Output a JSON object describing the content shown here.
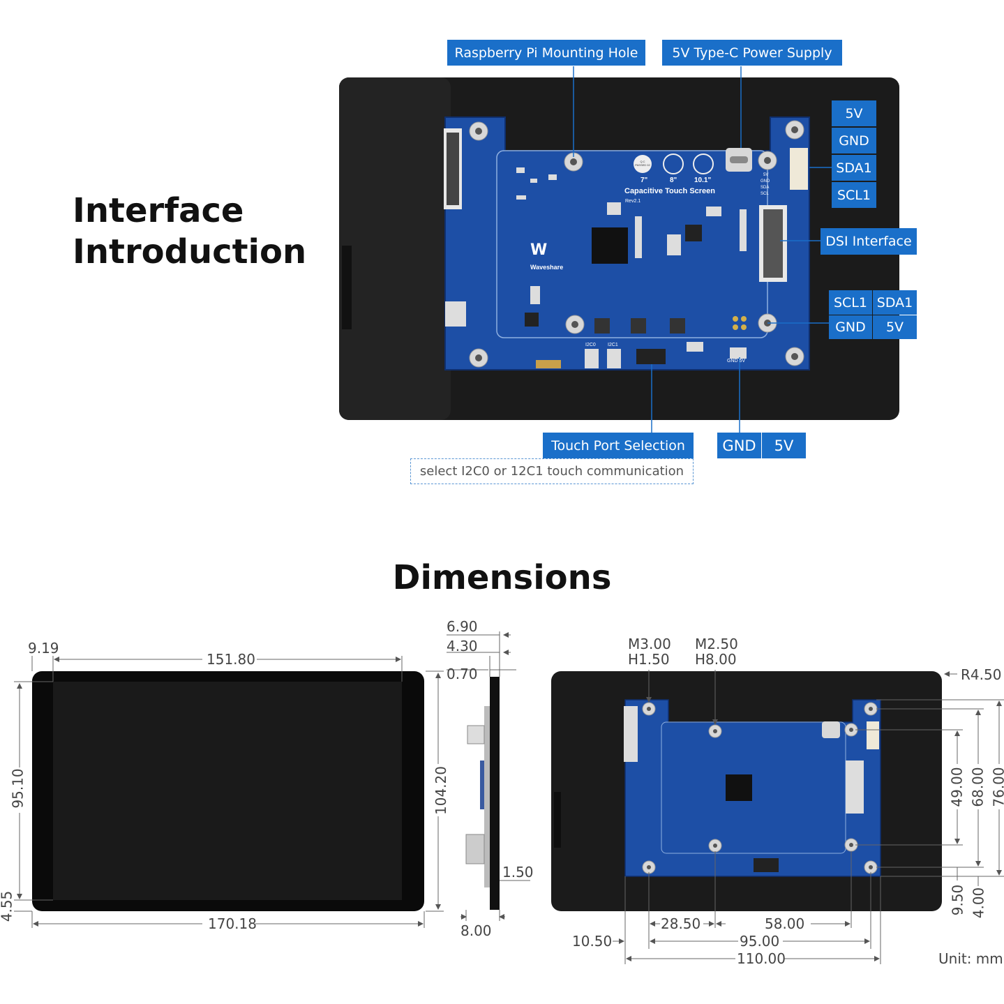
{
  "interface": {
    "title_line1": "Interface",
    "title_line2": "Introduction",
    "callouts": {
      "mounting_hole": "Raspberry Pi Mounting Hole",
      "power_supply": "5V Type-C Power Supply",
      "dsi": "DSI Interface",
      "touch_port": "Touch Port Selection",
      "touch_port_note": "select I2C0 or 12C1 touch communication"
    },
    "right_pins": [
      "5V",
      "GND",
      "SDA1",
      "SCL1"
    ],
    "i2c_pins": [
      "SCL1",
      "SDA1",
      "GND",
      "5V"
    ],
    "bottom_pins": [
      "GND",
      "5V"
    ],
    "board": {
      "brand": "Waveshare",
      "model": "Capacitive Touch Screen",
      "rev": "Rev2.1",
      "sizes": [
        "7\"",
        "8\"",
        "10.1\""
      ],
      "qc": "Q.C PASSED 02",
      "port_labels": [
        "I2C0",
        "I2C1"
      ],
      "bottom_header": "GND 5V",
      "side_header": [
        "5V",
        "GND",
        "SDA",
        "SCL"
      ]
    }
  },
  "dimensions": {
    "title": "Dimensions",
    "front": {
      "width_visible": "151.80",
      "bezel_left": "9.19",
      "height_visible": "95.10",
      "height_total": "104.20",
      "width_total": "170.18",
      "bezel_bottom": "4.55"
    },
    "side": {
      "d1": "6.90",
      "d2": "4.30",
      "d3": "0.70",
      "d4": "1.50",
      "d5": "8.00"
    },
    "back": {
      "hole_m3": "M3.00",
      "hole_h15": "H1.50",
      "hole_m25": "M2.50",
      "hole_h8": "H8.00",
      "radius": "R4.50",
      "v49": "49.00",
      "v68": "68.00",
      "v76": "76.00",
      "v950": "9.50",
      "v400": "4.00",
      "h2850": "28.50",
      "h58": "58.00",
      "h95": "95.00",
      "h110": "110.00",
      "h1050": "10.50"
    },
    "unit": "Unit: mm"
  },
  "colors": {
    "callout_blue": "#1a6fc9",
    "pcb_blue": "#1d4fa6",
    "panel_black": "#1a1a1a"
  }
}
